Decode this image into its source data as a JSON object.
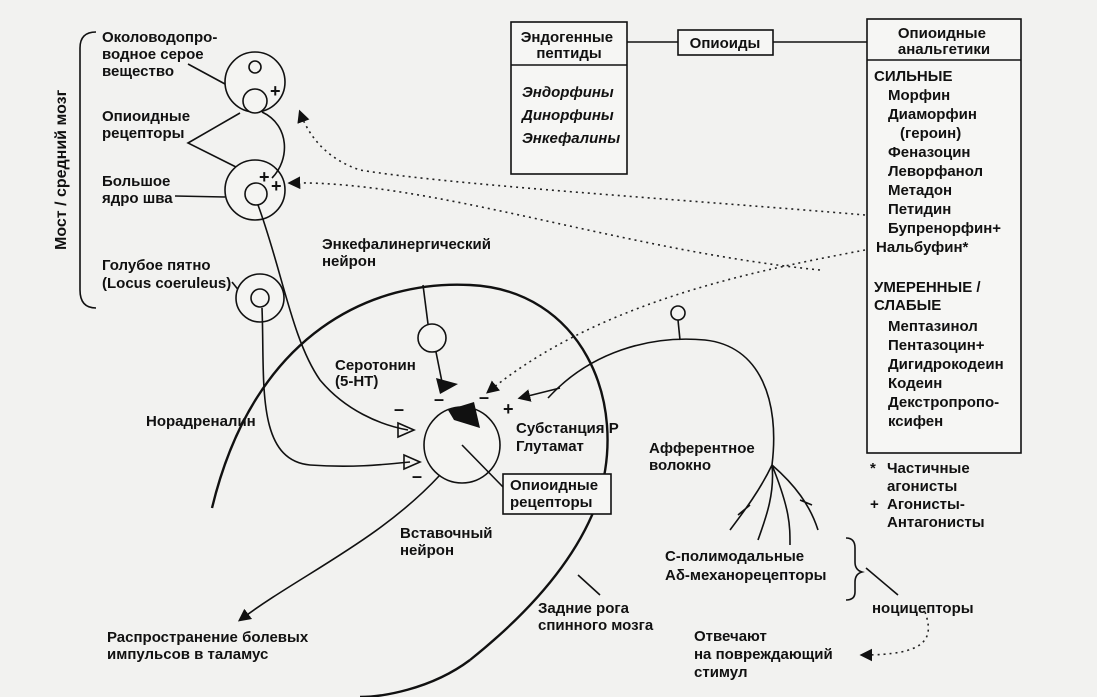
{
  "brain_labels": {
    "section": "Мост / средний мозг",
    "pag": [
      "Околоводопро-",
      "водное серое",
      "вещество"
    ],
    "opioid_receptors": [
      "Опиоидные",
      "рецепторы"
    ],
    "raphe": [
      "Большое",
      "ядро шва"
    ],
    "locus": [
      "Голубое пятно",
      "(Locus coeruleus)"
    ]
  },
  "neuron_labels": {
    "enkephalinergic": [
      "Энкефалинергический",
      "нейрон"
    ],
    "serotonin": [
      "Серотонин",
      "(5-HT)"
    ],
    "noradrenaline": "Норадреналин",
    "substance_p": [
      "Субстанция Р",
      "Глутамат"
    ],
    "receptor_box": [
      "Опиоидные",
      "рецепторы"
    ],
    "interneuron": [
      "Вставочный",
      "нейрон"
    ],
    "afferent": [
      "Афферентное",
      "волокно"
    ],
    "dorsal_horn": [
      "Задние рога",
      "спинного мозга"
    ],
    "pain_spread": [
      "Распространение болевых",
      "импульсов в таламус"
    ],
    "c_polymodal": "С-полимодальные",
    "a_delta": "Аδ-механорецепторы",
    "nociceptors": "ноцицепторы",
    "respond": [
      "Отвечают",
      "на повреждающий",
      "стимул"
    ]
  },
  "opioids_box": "Опиоиды",
  "endogenous": {
    "title": [
      "Эндогенные",
      "пептиды"
    ],
    "items": [
      "Эндорфины",
      "Динорфины",
      "Энкефалины"
    ]
  },
  "analgesics": {
    "title": [
      "Опиоидные",
      "анальгетики"
    ],
    "strong_header": "СИЛЬНЫЕ",
    "strong": [
      "Морфин",
      "Диаморфин",
      "(героин)",
      "Феназоцин",
      "Леворфанол",
      "Метадон",
      "Петидин",
      "Бупренорфин+",
      "Нальбуфин*"
    ],
    "moderate_header": [
      "УМЕРЕННЫЕ /",
      "СЛАБЫЕ"
    ],
    "moderate": [
      "Мептазинол",
      "Пентазоцин+",
      "Дигидрокодеин",
      "Кодеин",
      "Декстропропо-",
      "ксифен"
    ]
  },
  "notes": [
    {
      "mark": "*",
      "lines": [
        "Частичные",
        "агонисты"
      ]
    },
    {
      "mark": "+",
      "lines": [
        "Агонисты-",
        "Антагонисты"
      ]
    }
  ],
  "signs": {
    "plus": "+",
    "minus": "–"
  }
}
